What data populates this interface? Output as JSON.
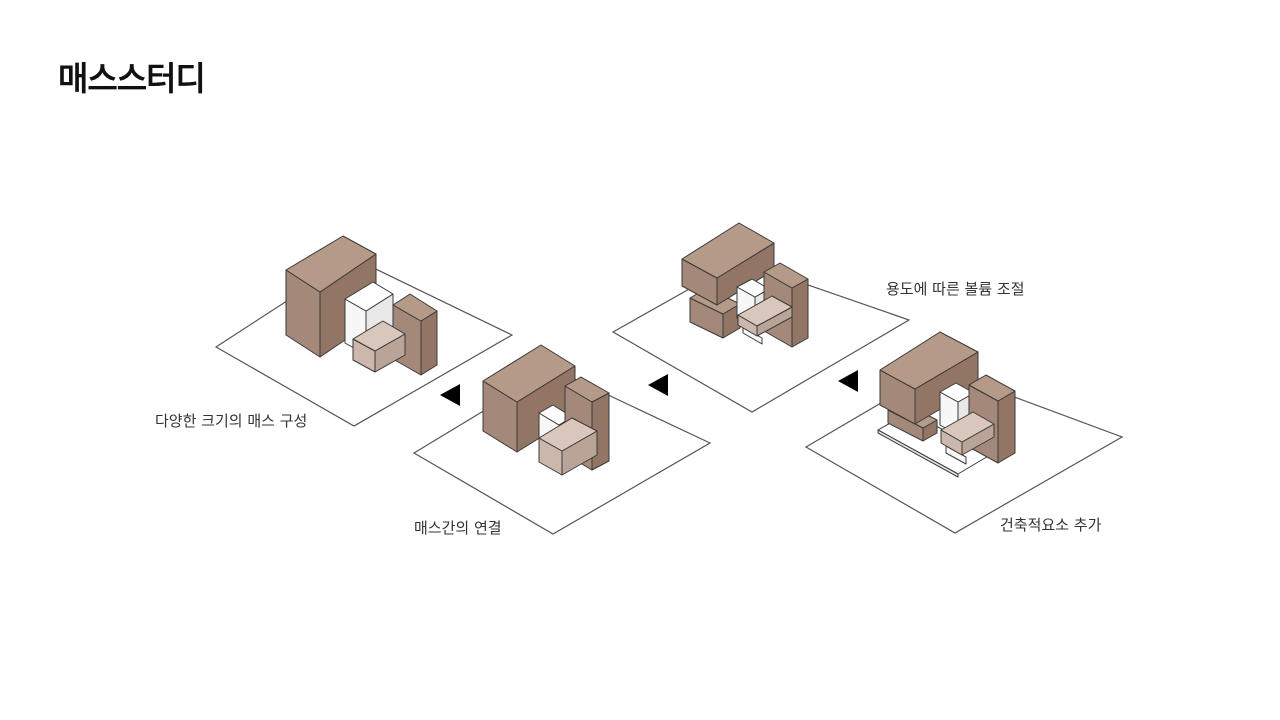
{
  "title": "매스스터디",
  "steps": [
    {
      "caption": "다양한 크기의 매스 구성"
    },
    {
      "caption": "매스간의 연결"
    },
    {
      "caption": "용도에 따른 볼륨 조절"
    },
    {
      "caption": "건축적요소 추가"
    }
  ],
  "colors": {
    "mass_brown": "#a4897a",
    "mass_pink": "#d9c6bc",
    "mass_white": "#ffffff",
    "outline": "#3a3a3a",
    "arrow": "#000000"
  }
}
